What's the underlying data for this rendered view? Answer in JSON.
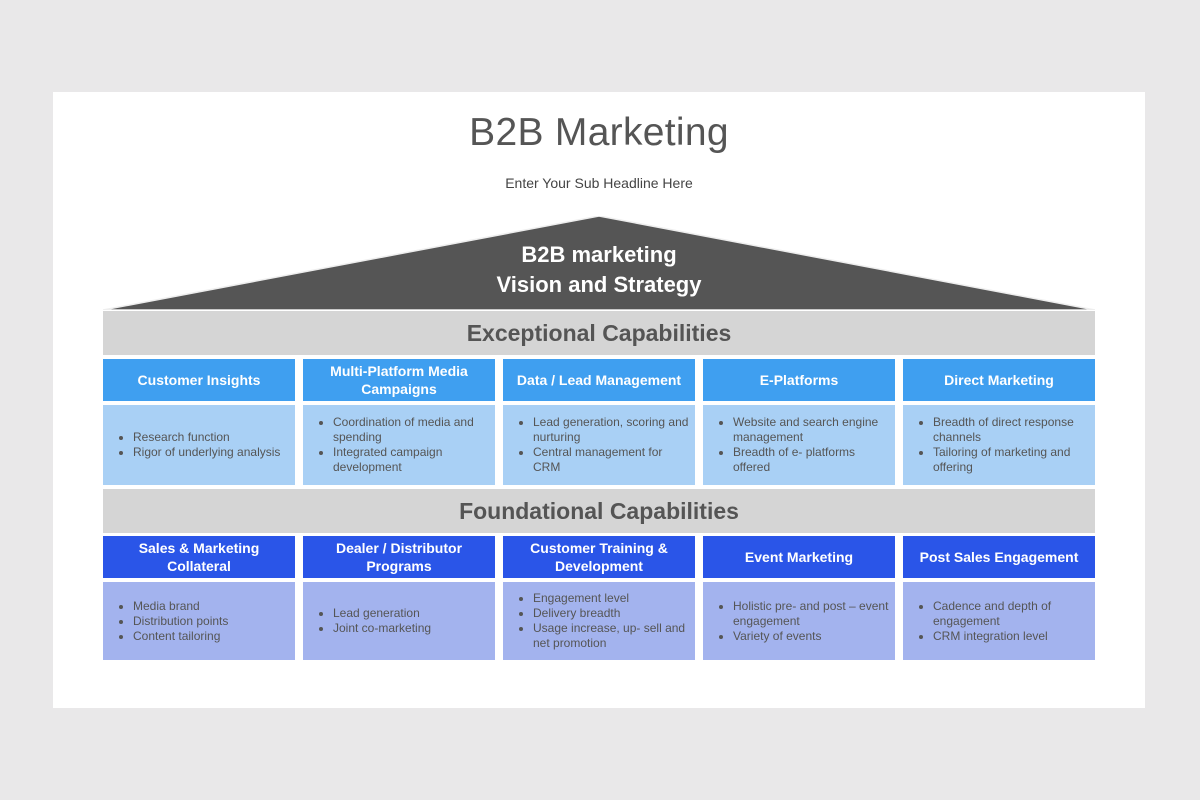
{
  "title": "B2B Marketing",
  "subtitle": "Enter Your Sub Headline Here",
  "roof": {
    "line1": "B2B marketing",
    "line2": "Vision and Strategy"
  },
  "bands": {
    "exceptional": "Exceptional Capabilities",
    "foundational": "Foundational Capabilities"
  },
  "colors": {
    "roof": "#555555",
    "band": "#d5d5d5",
    "exceptional_header": "#3f9ff0",
    "exceptional_body": "#a9d0f5",
    "foundational_header": "#2a55e8",
    "foundational_body": "#a3b3ee"
  },
  "exceptional": [
    {
      "header": "Customer Insights",
      "bullets": [
        "Research function",
        "Rigor of underlying analysis"
      ]
    },
    {
      "header": "Multi-Platform  Media Campaigns",
      "bullets": [
        "Coordination of media and spending",
        "Integrated campaign development"
      ]
    },
    {
      "header": "Data / Lead Management",
      "bullets": [
        "Lead generation, scoring and nurturing",
        "Central management for CRM"
      ]
    },
    {
      "header": "E-Platforms",
      "bullets": [
        "Website and search engine management",
        "Breadth of e- platforms offered"
      ]
    },
    {
      "header": "Direct Marketing",
      "bullets": [
        "Breadth of direct response channels",
        "Tailoring of marketing and offering"
      ]
    }
  ],
  "foundational": [
    {
      "header": "Sales & Marketing Collateral",
      "bullets": [
        "Media brand",
        "Distribution points",
        "Content tailoring"
      ]
    },
    {
      "header": "Dealer / Distributor Programs",
      "bullets": [
        "Lead generation",
        "Joint co-marketing"
      ]
    },
    {
      "header": "Customer Training & Development",
      "bullets": [
        "Engagement level",
        "Delivery breadth",
        "Usage increase, up- sell and net promotion"
      ]
    },
    {
      "header": "Event Marketing",
      "bullets": [
        "Holistic pre- and post – event engagement",
        "Variety of events"
      ]
    },
    {
      "header": "Post Sales Engagement",
      "bullets": [
        "Cadence and depth of engagement",
        "CRM integration level"
      ]
    }
  ]
}
